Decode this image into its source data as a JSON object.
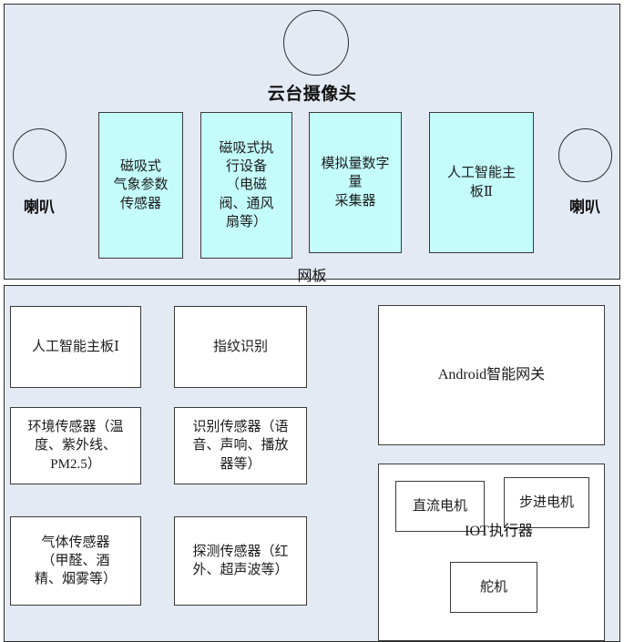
{
  "diagram": {
    "colors": {
      "panel_background": "#e4eaf4",
      "highlight_box": "#c4fcfc",
      "plain_box": "#ffffff",
      "stroke": "#3a3a3a"
    },
    "upper_panel": {
      "name": "网板",
      "mesh_board_label": "网板",
      "camera": {
        "icon": "circle-camera-icon",
        "label": "云台摄像头"
      },
      "speakers": [
        {
          "icon": "circle-speaker-icon",
          "label": "喇叭",
          "position": "left"
        },
        {
          "icon": "circle-speaker-icon",
          "label": "喇叭",
          "position": "right"
        }
      ],
      "modules": [
        {
          "label": "磁吸式\n气象参数\n传感器",
          "style": "cyan"
        },
        {
          "label": "磁吸式执\n行设备\n（电磁\n阀、通风\n扇等）",
          "style": "cyan"
        },
        {
          "label": "模拟量数字\n量\n采集器",
          "style": "cyan"
        },
        {
          "label": "人工智能主\n板Ⅱ",
          "style": "cyan"
        }
      ]
    },
    "lower_panel": {
      "left_column": [
        {
          "label": "人工智能主板Ⅰ"
        },
        {
          "label": "环境传感器（温\n度、紫外线、\nPM2.5）"
        },
        {
          "label": "气体传感器\n（甲醛、酒\n精、烟雾等）"
        }
      ],
      "middle_column": [
        {
          "label": "指纹识别"
        },
        {
          "label": "识别传感器（语\n音、声响、播放\n器等）"
        },
        {
          "label": "探测传感器（红\n外、超声波等）"
        }
      ],
      "right_column": {
        "gateway": {
          "label": "Android智能网关"
        },
        "iot_actuator": {
          "label": "IOT执行器",
          "items": [
            {
              "label": "直流电机"
            },
            {
              "label": "步进电机"
            },
            {
              "label": "舵机"
            }
          ]
        }
      }
    }
  }
}
